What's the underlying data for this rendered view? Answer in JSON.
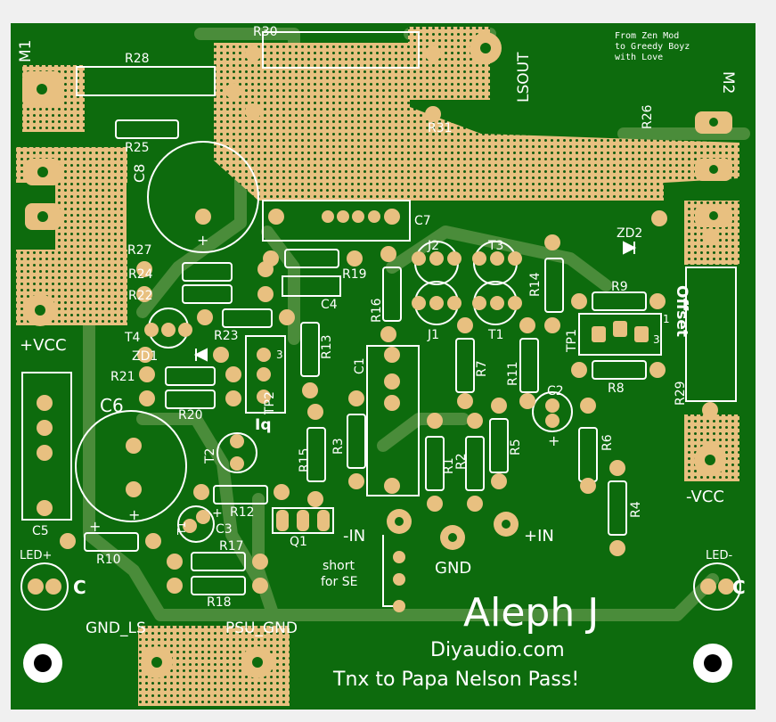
{
  "board": {
    "colors": {
      "background": "#f0f0f0",
      "soldermask": "#0d6b0d",
      "soldermask_dark": "#0a5a0a",
      "trace": "#4a8c3a",
      "pad": "#e8c080",
      "hole": "#0f5c0f",
      "silkscreen": "#ffffff"
    },
    "credit_lines": [
      "From Zen Mod",
      "to Greedy Boyz",
      "with Love"
    ],
    "title": "Aleph J",
    "site": "Diyaudio.com",
    "thanks": "Tnx to Papa Nelson Pass!",
    "note_lines": [
      "short",
      "for SE"
    ],
    "connectors": {
      "m1": "M1",
      "m2": "M2",
      "lsout": "LSOUT",
      "vcc_pos": "+VCC",
      "vcc_neg": "-VCC",
      "in_neg": "-IN",
      "in_pos": "+IN",
      "gnd": "GND",
      "gnd_ls": "GND_LS",
      "psu_gnd": "PSU_GND",
      "led_pos": "LED+",
      "led_neg": "LED-",
      "offset": "Offset",
      "iq": "Iq"
    },
    "designators": {
      "r28": "R28",
      "r30": "R30",
      "r31": "R31",
      "r25": "R25",
      "r26": "R26",
      "r27": "R27",
      "c8": "C8",
      "c7": "C7",
      "c4": "C4",
      "c6": "C6",
      "c5": "C5",
      "c3": "C3",
      "c2": "C2",
      "c1": "C1",
      "r19": "R19",
      "r24": "R24",
      "r22": "R22",
      "r23": "R23",
      "r21": "R21",
      "r20": "R20",
      "r16": "R16",
      "r13": "R13",
      "r14": "R14",
      "r9": "R9",
      "r8": "R8",
      "r29": "R29",
      "r7": "R7",
      "r11": "R11",
      "r15": "R15",
      "r3": "R3",
      "r1": "R1",
      "r2": "R2",
      "r5": "R5",
      "r6": "R6",
      "r4": "R4",
      "r12": "R12",
      "r17": "R17",
      "r18": "R18",
      "r10": "R10",
      "j2": "J2",
      "j1": "J1",
      "t3": "T3",
      "t1": "T1",
      "t4": "T4",
      "t2": "T2",
      "t1_mark": "T1",
      "zd1": "ZD1",
      "zd2": "ZD2",
      "tp1": "TP1",
      "tp2": "TP2",
      "q1": "Q1",
      "plus": "+",
      "c_mark": "C",
      "pin_1": "1",
      "pin_3": "3",
      "pin_3b": "3"
    }
  }
}
